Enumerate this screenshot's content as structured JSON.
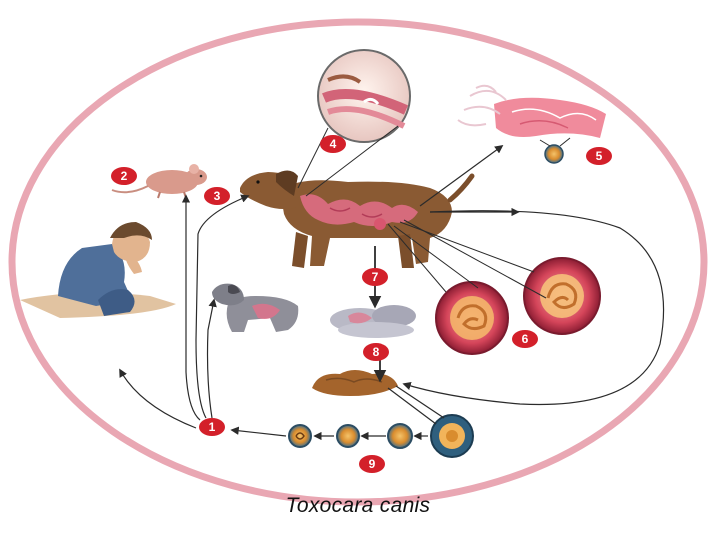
{
  "caption": "Toxocara canis",
  "colors": {
    "ring": "#e9a7b3",
    "badge": "#d3202a",
    "arrow": "#2b2b2b",
    "dog": "#8a5a33",
    "organ": "#e36f8a"
  },
  "markers": [
    {
      "id": "1",
      "label": "1"
    },
    {
      "id": "2",
      "label": "2"
    },
    {
      "id": "3",
      "label": "3"
    },
    {
      "id": "4",
      "label": "4"
    },
    {
      "id": "5",
      "label": "5"
    },
    {
      "id": "6",
      "label": "6"
    },
    {
      "id": "7",
      "label": "7"
    },
    {
      "id": "8",
      "label": "8"
    },
    {
      "id": "9",
      "label": "9"
    }
  ]
}
